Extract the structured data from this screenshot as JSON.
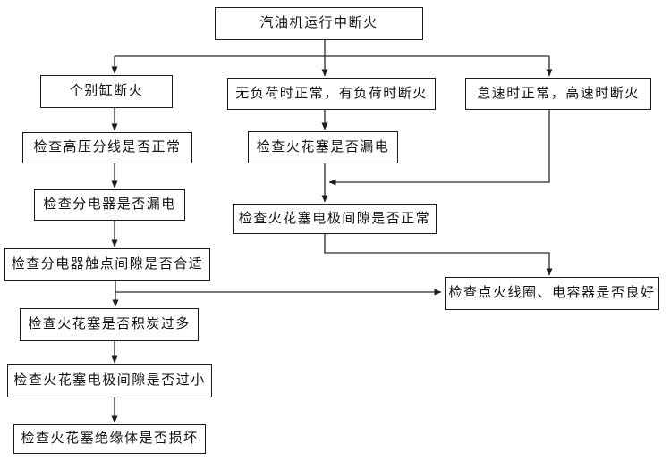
{
  "diagram": {
    "type": "flowchart",
    "language": "zh-CN",
    "topic": "汽油机运行中断火故障诊断流程",
    "line_color": "#2a2a2a",
    "box_border_color": "#1c1c1c",
    "box_fill_color": "#ffffff",
    "background_color": "#ffffff"
  },
  "nodes": {
    "root": {
      "label": "汽油机运行中断火"
    },
    "branch_left": {
      "label": "个别缸断火"
    },
    "branch_mid": {
      "label": "无负荷时正常，有负荷时断火"
    },
    "branch_right": {
      "label": "怠速时正常，高速时断火"
    },
    "check_hv_wire": {
      "label": "检查高压分线是否正常"
    },
    "check_distributor_leak": {
      "label": "检查分电器是否漏电"
    },
    "check_contact_gap": {
      "label": "检查分电器触点间隙是否合适"
    },
    "check_plug_carbon": {
      "label": "检查火花塞是否积炭过多"
    },
    "check_plug_gap_small": {
      "label": "检查火花塞电极间隙是否过小"
    },
    "check_plug_insulator": {
      "label": "检查火花塞绝缘体是否损坏"
    },
    "check_plug_leak": {
      "label": "检查火花塞是否漏电"
    },
    "check_plug_gap_normal": {
      "label": "检查火花塞电极间隙是否正常"
    },
    "check_coil_capacitor": {
      "label": "检查点火线圈、电容器是否良好"
    }
  },
  "edges": [
    {
      "from": "root",
      "to": "branch_left"
    },
    {
      "from": "root",
      "to": "branch_mid"
    },
    {
      "from": "root",
      "to": "branch_right"
    },
    {
      "from": "branch_left",
      "to": "check_hv_wire"
    },
    {
      "from": "check_hv_wire",
      "to": "check_distributor_leak"
    },
    {
      "from": "check_distributor_leak",
      "to": "check_contact_gap"
    },
    {
      "from": "check_contact_gap",
      "to": "check_plug_carbon"
    },
    {
      "from": "check_contact_gap",
      "to": "check_coil_capacitor"
    },
    {
      "from": "check_plug_carbon",
      "to": "check_plug_gap_small"
    },
    {
      "from": "check_plug_gap_small",
      "to": "check_plug_insulator"
    },
    {
      "from": "branch_mid",
      "to": "check_plug_leak"
    },
    {
      "from": "check_plug_leak",
      "to": "check_plug_gap_normal"
    },
    {
      "from": "branch_right",
      "to": "check_plug_gap_normal"
    },
    {
      "from": "check_plug_gap_normal",
      "to": "check_coil_capacitor"
    }
  ]
}
